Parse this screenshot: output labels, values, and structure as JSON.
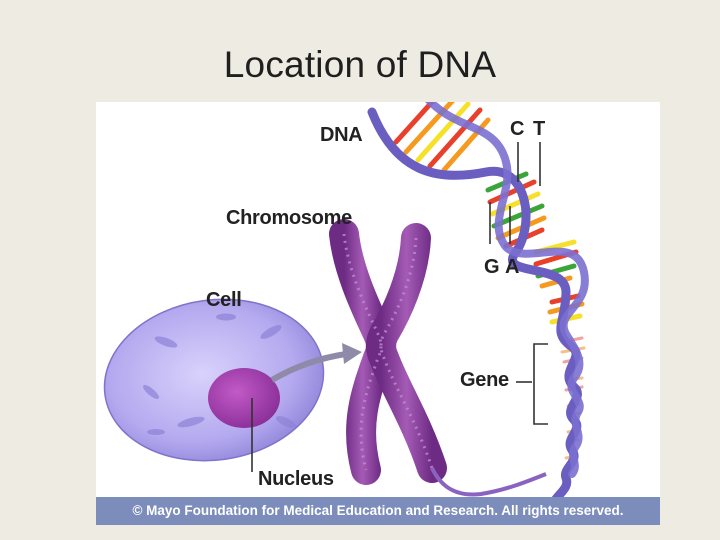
{
  "slide": {
    "title": "Location of DNA"
  },
  "figure": {
    "labels": {
      "dna": "DNA",
      "chromosome": "Chromosome",
      "cell": "Cell",
      "nucleus": "Nucleus",
      "gene": "Gene",
      "base_c": "C",
      "base_t": "T",
      "base_g": "G",
      "base_a": "A"
    },
    "copyright": "© Mayo Foundation for Medical Education and Research. All rights reserved.",
    "colors": {
      "backbone": "#6a5fc1",
      "chromosome": "#8a3f9c",
      "cell": "#b7aef0",
      "nucleus": "#a33fae",
      "base_red": "#e8402a",
      "base_orange": "#f59a1f",
      "base_yellow": "#f5e12a",
      "base_green": "#3ca53a",
      "copyright_bar": "#7c8dbb"
    }
  }
}
